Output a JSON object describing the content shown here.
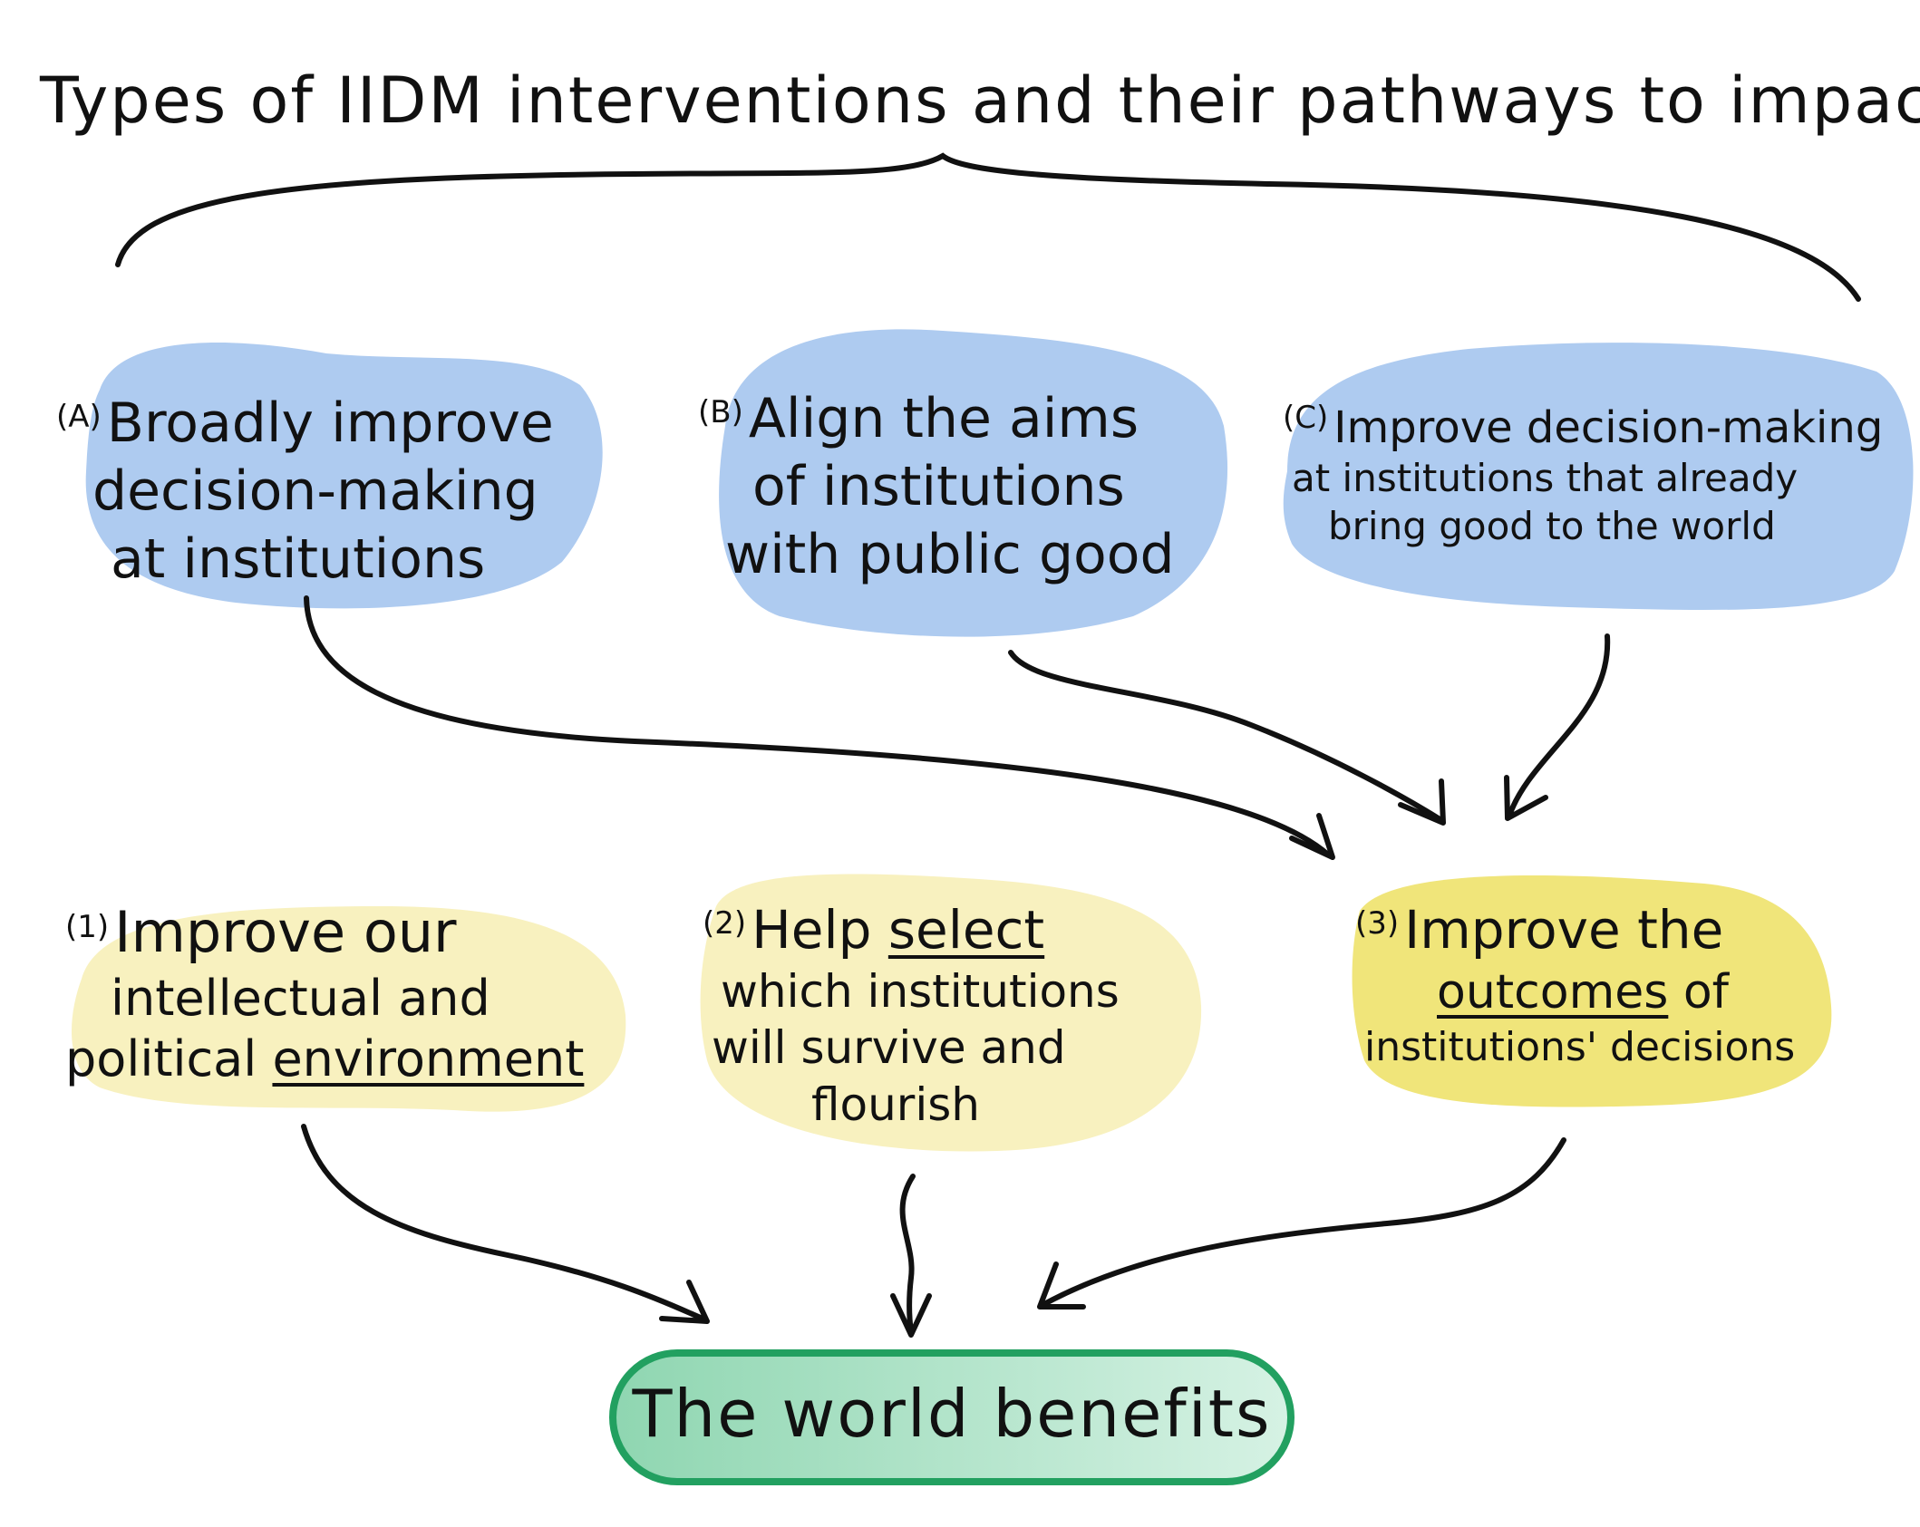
{
  "title": "Types of IIDM interventions and their pathways to impact",
  "interventions": [
    {
      "tag": "(A)",
      "lines": [
        "Broadly improve",
        "decision-making",
        "at institutions"
      ]
    },
    {
      "tag": "(B)",
      "lines": [
        "Align the aims",
        "of institutions",
        "with public good"
      ]
    },
    {
      "tag": "(C)",
      "lines": [
        "Improve decision-making",
        "at institutions that already",
        "bring good to the world"
      ]
    }
  ],
  "pathways": [
    {
      "tag": "(1)",
      "line1": "Improve our",
      "line2": "intellectual and",
      "line3_pre": "political ",
      "line3_ul": "environment"
    },
    {
      "tag": "(2)",
      "line1_pre": "Help ",
      "line1_ul": "select",
      "line2": "which institutions",
      "line3": "will survive and",
      "line4": "flourish"
    },
    {
      "tag": "(3)",
      "line1": "Improve the",
      "line2_ul": "outcomes",
      "line2_post": " of",
      "line3": "institutions' decisions"
    }
  ],
  "outcome": "The world benefits",
  "colors": {
    "intervention_fill": "#aecbf0",
    "pathway_fill": "#f8f1bf",
    "pathway3_fill": "#f0e57a",
    "outcome_fill": "#a6e0c2",
    "outcome_stroke": "#22a060",
    "ink": "#111111"
  }
}
